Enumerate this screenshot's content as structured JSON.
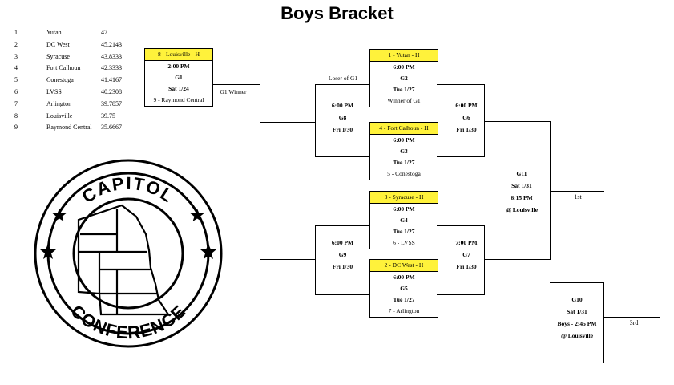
{
  "title": "Boys Bracket",
  "seeds": [
    {
      "num": "1",
      "team": "Yutan",
      "score": "47"
    },
    {
      "num": "2",
      "team": "DC West",
      "score": "45.2143"
    },
    {
      "num": "3",
      "team": "Syracuse",
      "score": "43.8333"
    },
    {
      "num": "4",
      "team": "Fort Calhoun",
      "score": "42.3333"
    },
    {
      "num": "5",
      "team": "Conestoga",
      "score": "41.4167"
    },
    {
      "num": "6",
      "team": "LVSS",
      "score": "40.2308"
    },
    {
      "num": "7",
      "team": "Arlington",
      "score": "39.7857"
    },
    {
      "num": "8",
      "team": "Louisville",
      "score": "39.75"
    },
    {
      "num": "9",
      "team": "Raymond Central",
      "score": "35.6667"
    }
  ],
  "g1": {
    "header": "8 - Louisville - H",
    "time": "2:00 PM",
    "game": "G1",
    "date": "Sat 1/24",
    "footer": "9 - Raymond Central",
    "winner_label": "G1 Winner"
  },
  "g2": {
    "header": "1 - Yutan - H",
    "time": "6:00 PM",
    "game": "G2",
    "date": "Tue 1/27",
    "footer": "Winner of G1"
  },
  "g3": {
    "header": "4 - Fort Calhoun - H",
    "time": "6:00 PM",
    "game": "G3",
    "date": "Tue 1/27",
    "footer": "5 - Conestoga"
  },
  "g4": {
    "header": "3 - Syracuse - H",
    "time": "6:00 PM",
    "game": "G4",
    "date": "Tue 1/27",
    "footer": "6 - LVSS"
  },
  "g5": {
    "header": "2 - DC West - H",
    "time": "6:00 PM",
    "game": "G5",
    "date": "Tue 1/27",
    "footer": "7 - Arlington"
  },
  "g8": {
    "loser": "Loser of G1",
    "time": "6:00 PM",
    "game": "G8",
    "date": "Fri 1/30"
  },
  "g9": {
    "time": "6:00 PM",
    "game": "G9",
    "date": "Fri 1/30"
  },
  "g6": {
    "time": "6:00 PM",
    "game": "G6",
    "date": "Fri 1/30"
  },
  "g7": {
    "time": "7:00 PM",
    "game": "G7",
    "date": "Fri 1/30"
  },
  "g11": {
    "game": "G11",
    "date": "Sat 1/31",
    "time": "6:15 PM",
    "location": "@ Louisville",
    "result": "1st"
  },
  "g10": {
    "game": "G10",
    "date": "Sat 1/31",
    "time": "Boys - 2:45 PM",
    "location": "@ Louisville",
    "result": "3rd"
  },
  "logo": {
    "top": "CAPITOL",
    "bottom": "CONFERENCE"
  }
}
